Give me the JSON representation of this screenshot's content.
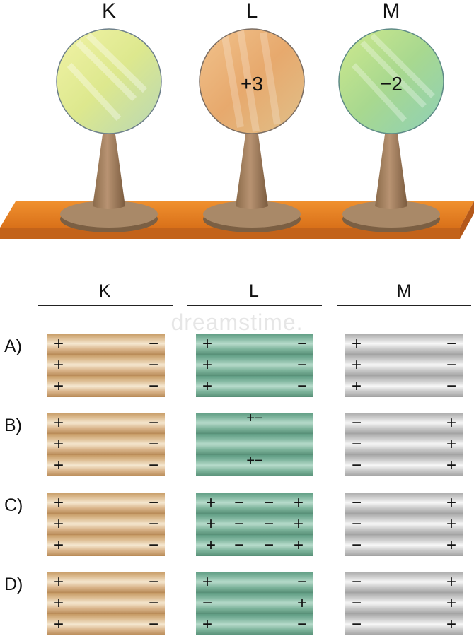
{
  "spheres": [
    {
      "label": "K",
      "charge": "",
      "color": "#e6ec9a"
    },
    {
      "label": "L",
      "charge": "+3",
      "color": "#eab27a"
    },
    {
      "label": "M",
      "charge": "−2",
      "color": "#b7e08c"
    }
  ],
  "columns": [
    "K",
    "L",
    "M"
  ],
  "options": [
    {
      "label": "A)",
      "K": [
        [
          "+",
          "−"
        ],
        [
          "+",
          "−"
        ],
        [
          "+",
          "−"
        ]
      ],
      "L": [
        [
          "+",
          "−"
        ],
        [
          "+",
          "−"
        ],
        [
          "+",
          "−"
        ]
      ],
      "M": [
        [
          "+",
          "−"
        ],
        [
          "+",
          "−"
        ],
        [
          "+",
          "−"
        ]
      ]
    },
    {
      "label": "B)",
      "K": [
        [
          "+",
          "−"
        ],
        [
          "+",
          "−"
        ],
        [
          "+",
          "−"
        ]
      ],
      "L": [
        "+−",
        "",
        "+−"
      ],
      "M": [
        [
          "−",
          "+"
        ],
        [
          "−",
          "+"
        ],
        [
          "−",
          "+"
        ]
      ]
    },
    {
      "label": "C)",
      "K": [
        [
          "+",
          "−"
        ],
        [
          "+",
          "−"
        ],
        [
          "+",
          "−"
        ]
      ],
      "L": [
        [
          "+",
          "−",
          "−",
          "+"
        ],
        [
          "+",
          "−",
          "−",
          "+"
        ],
        [
          "+",
          "−",
          "−",
          "+"
        ]
      ],
      "M": [
        [
          "−",
          "+"
        ],
        [
          "−",
          "+"
        ],
        [
          "−",
          "+"
        ]
      ]
    },
    {
      "label": "D)",
      "K": [
        [
          "+",
          "−"
        ],
        [
          "+",
          "−"
        ],
        [
          "+",
          "−"
        ]
      ],
      "L": [
        [
          "+",
          "−"
        ],
        [
          "−",
          "+"
        ],
        [
          "+",
          "−"
        ]
      ],
      "M": [
        [
          "−",
          "+"
        ],
        [
          "−",
          "+"
        ],
        [
          "−",
          "+"
        ]
      ]
    }
  ],
  "watermark": "dreamstime."
}
